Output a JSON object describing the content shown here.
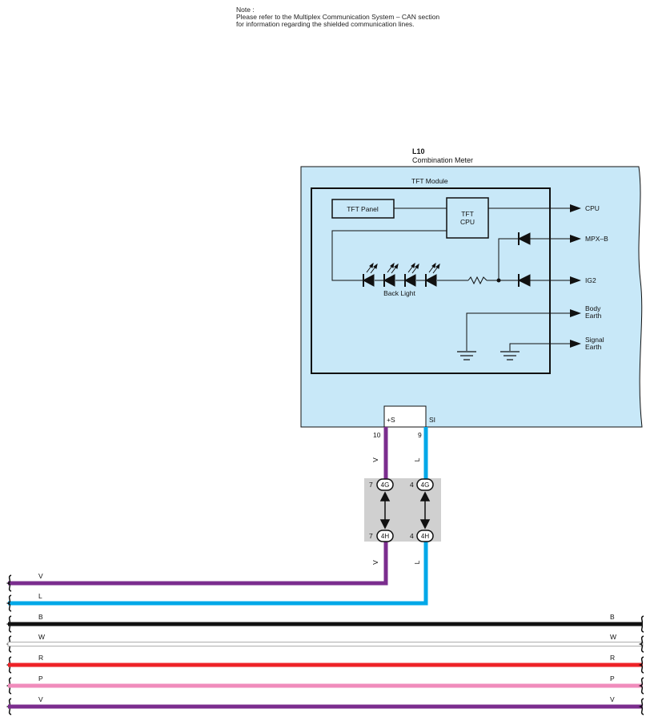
{
  "note": {
    "heading": "Note :",
    "line1": "Please refer to the Multiplex Communication System – CAN section",
    "line2": "for information regarding the shielded communication lines."
  },
  "meter": {
    "code": "L10",
    "name": "Combination Meter",
    "module_title": "TFT Module",
    "tft_panel": "TFT Panel",
    "tft_cpu_line1": "TFT",
    "tft_cpu_line2": "CPU",
    "back_light": "Back Light",
    "outputs": {
      "cpu": "CPU",
      "mpx_b": "MPX–B",
      "ig2": "IG2",
      "body_earth_1": "Body",
      "body_earth_2": "Earth",
      "signal_earth_1": "Signal",
      "signal_earth_2": "Earth"
    },
    "connector": {
      "pin_s_label": "+S",
      "pin_si_label": "SI",
      "pin_s_number": "10",
      "pin_si_number": "9"
    }
  },
  "junction": {
    "left_top_pin": "7",
    "left_top_label": "4G",
    "right_top_pin": "4",
    "right_top_label": "4G",
    "left_bottom_pin": "7",
    "left_bottom_label": "4H",
    "right_bottom_pin": "4",
    "right_bottom_label": "4H"
  },
  "wire_codes": {
    "v_upper": "V",
    "l_upper": "L",
    "v_lower": "V",
    "l_lower": "L"
  },
  "harness": [
    {
      "code": "V",
      "color": "#7b2d8e",
      "right_label": ""
    },
    {
      "code": "L",
      "color": "#00a8e8",
      "right_label": ""
    },
    {
      "code": "B",
      "color": "#111111",
      "right_label": "B"
    },
    {
      "code": "W",
      "color": "#ffffff",
      "right_label": "W"
    },
    {
      "code": "R",
      "color": "#ee2227",
      "right_label": "R"
    },
    {
      "code": "P",
      "color": "#f08cbc",
      "right_label": "P"
    },
    {
      "code": "V",
      "color": "#7b2d8e",
      "right_label": "V"
    }
  ],
  "colors": {
    "meter_fill": "#c8e8f8",
    "junction_fill": "#d0d0d0",
    "violet": "#7b2d8e",
    "blue": "#00a8e8"
  }
}
